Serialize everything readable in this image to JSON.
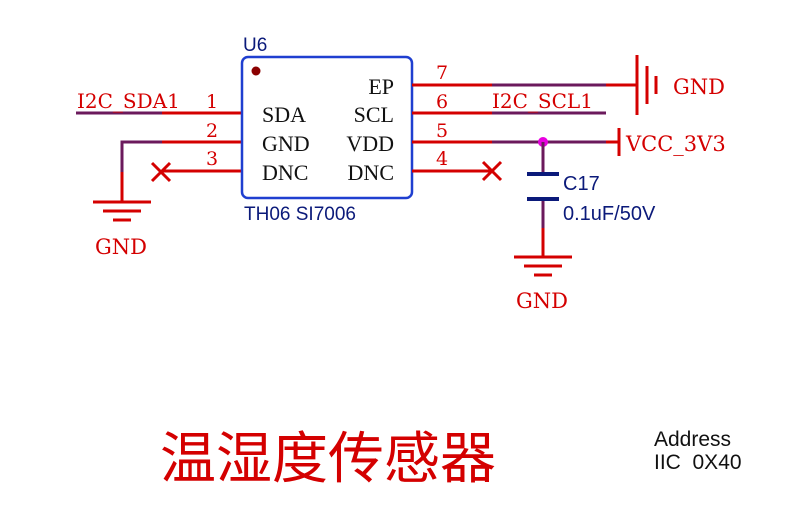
{
  "component": {
    "designator": "U6",
    "part": "TH06 SI7006",
    "pins": {
      "left": [
        {
          "num": "1",
          "name": "SDA"
        },
        {
          "num": "2",
          "name": "GND"
        },
        {
          "num": "3",
          "name": "DNC"
        }
      ],
      "right": [
        {
          "num": "7",
          "name": "EP"
        },
        {
          "num": "6",
          "name": "SCL"
        },
        {
          "num": "5",
          "name": "VDD"
        },
        {
          "num": "4",
          "name": "DNC"
        }
      ]
    }
  },
  "nets": {
    "sda": "I2C_SDA1",
    "scl": "I2C_SCL1",
    "vcc": "VCC_3V3",
    "gnd": "GND"
  },
  "capacitor": {
    "designator": "C17",
    "value": "0.1uF/50V"
  },
  "title": "温湿度传感器",
  "address": {
    "label": "Address",
    "value": "IIC  0X40"
  },
  "colors": {
    "wire": "#d40000",
    "bus": "#6b1a5c",
    "body_outline": "#1f3fd0",
    "body_fill": "#ffffff",
    "junction": "#e800e0",
    "pin1_dot": "#8b0000"
  }
}
